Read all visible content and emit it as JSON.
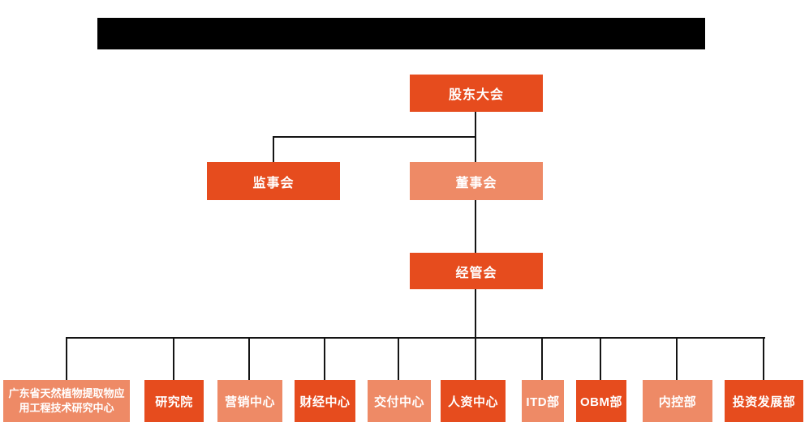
{
  "colors": {
    "primary_box": "#e64c1e",
    "secondary_box": "#ee8a66",
    "connector": "#141414",
    "box_text": "#ffffff",
    "redacted_bar": "#000000",
    "background": "#ffffff"
  },
  "header": {
    "redacted_title": true
  },
  "chart": {
    "type": "org-chart",
    "root": {
      "label": "股东大会",
      "variant": "primary"
    },
    "level2": [
      {
        "label": "监事会",
        "variant": "primary"
      },
      {
        "label": "董事会",
        "variant": "secondary"
      }
    ],
    "level3": {
      "label": "经管会",
      "variant": "primary"
    },
    "departments": [
      {
        "label": "广东省天然植物提取物应用工程技术研究中心",
        "variant": "secondary"
      },
      {
        "label": "研究院",
        "variant": "primary"
      },
      {
        "label": "营销中心",
        "variant": "secondary"
      },
      {
        "label": "财经中心",
        "variant": "primary"
      },
      {
        "label": "交付中心",
        "variant": "secondary"
      },
      {
        "label": "人资中心",
        "variant": "primary"
      },
      {
        "label": "ITD部",
        "variant": "secondary"
      },
      {
        "label": "OBM部",
        "variant": "primary"
      },
      {
        "label": "内控部",
        "variant": "secondary"
      },
      {
        "label": "投资发展部",
        "variant": "primary"
      }
    ]
  }
}
